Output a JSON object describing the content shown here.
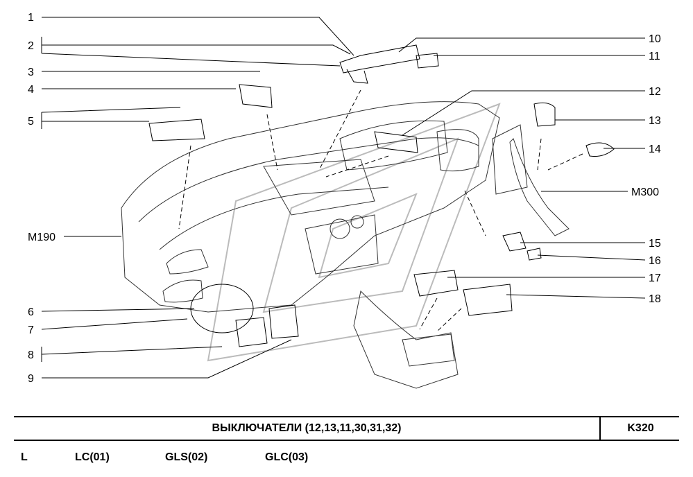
{
  "callouts": [
    "1",
    "2",
    "3",
    "4",
    "5",
    "6",
    "7",
    "8",
    "9",
    "10",
    "11",
    "12",
    "13",
    "14",
    "15",
    "16",
    "17",
    "18"
  ],
  "refs": {
    "m190": "M190",
    "m300": "M300"
  },
  "footer": {
    "title": "ВЫКЛЮЧАТЕЛИ  (12,13,11,30,31,32)",
    "code": "K320"
  },
  "variants": [
    "L",
    "LC(01)",
    "GLS(02)",
    "GLC(03)"
  ]
}
